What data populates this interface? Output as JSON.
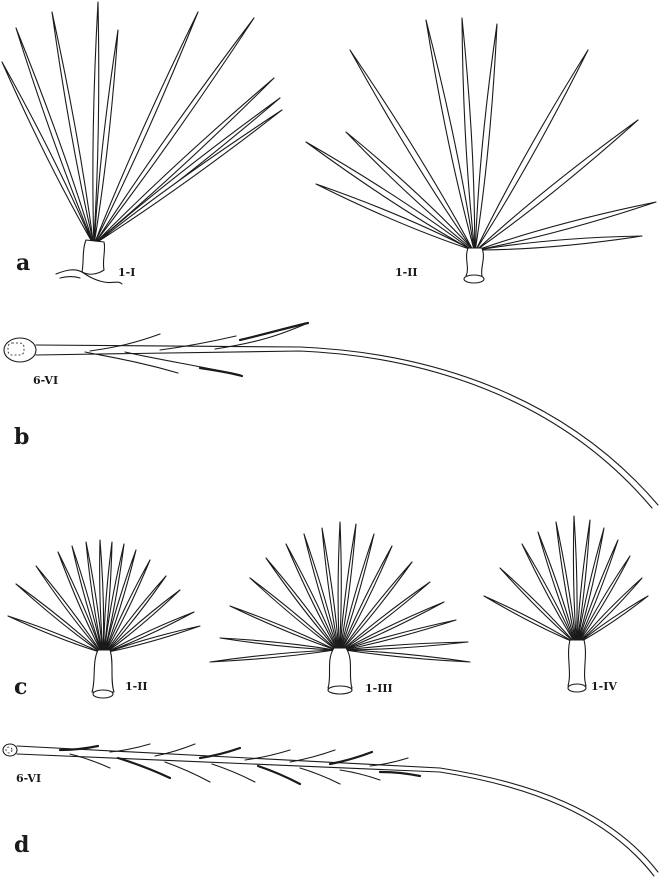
{
  "panels": [
    {
      "letter": "a",
      "labels": [
        "1-I",
        "1-II"
      ]
    },
    {
      "letter": "b",
      "labels": [
        "6-VI"
      ]
    },
    {
      "letter": "c",
      "labels": [
        "1-II",
        "1-III",
        "1-IV"
      ]
    },
    {
      "letter": "d",
      "labels": [
        "6-VI"
      ]
    }
  ],
  "style": {
    "ink": "#1a1a1a",
    "background": "#ffffff"
  }
}
